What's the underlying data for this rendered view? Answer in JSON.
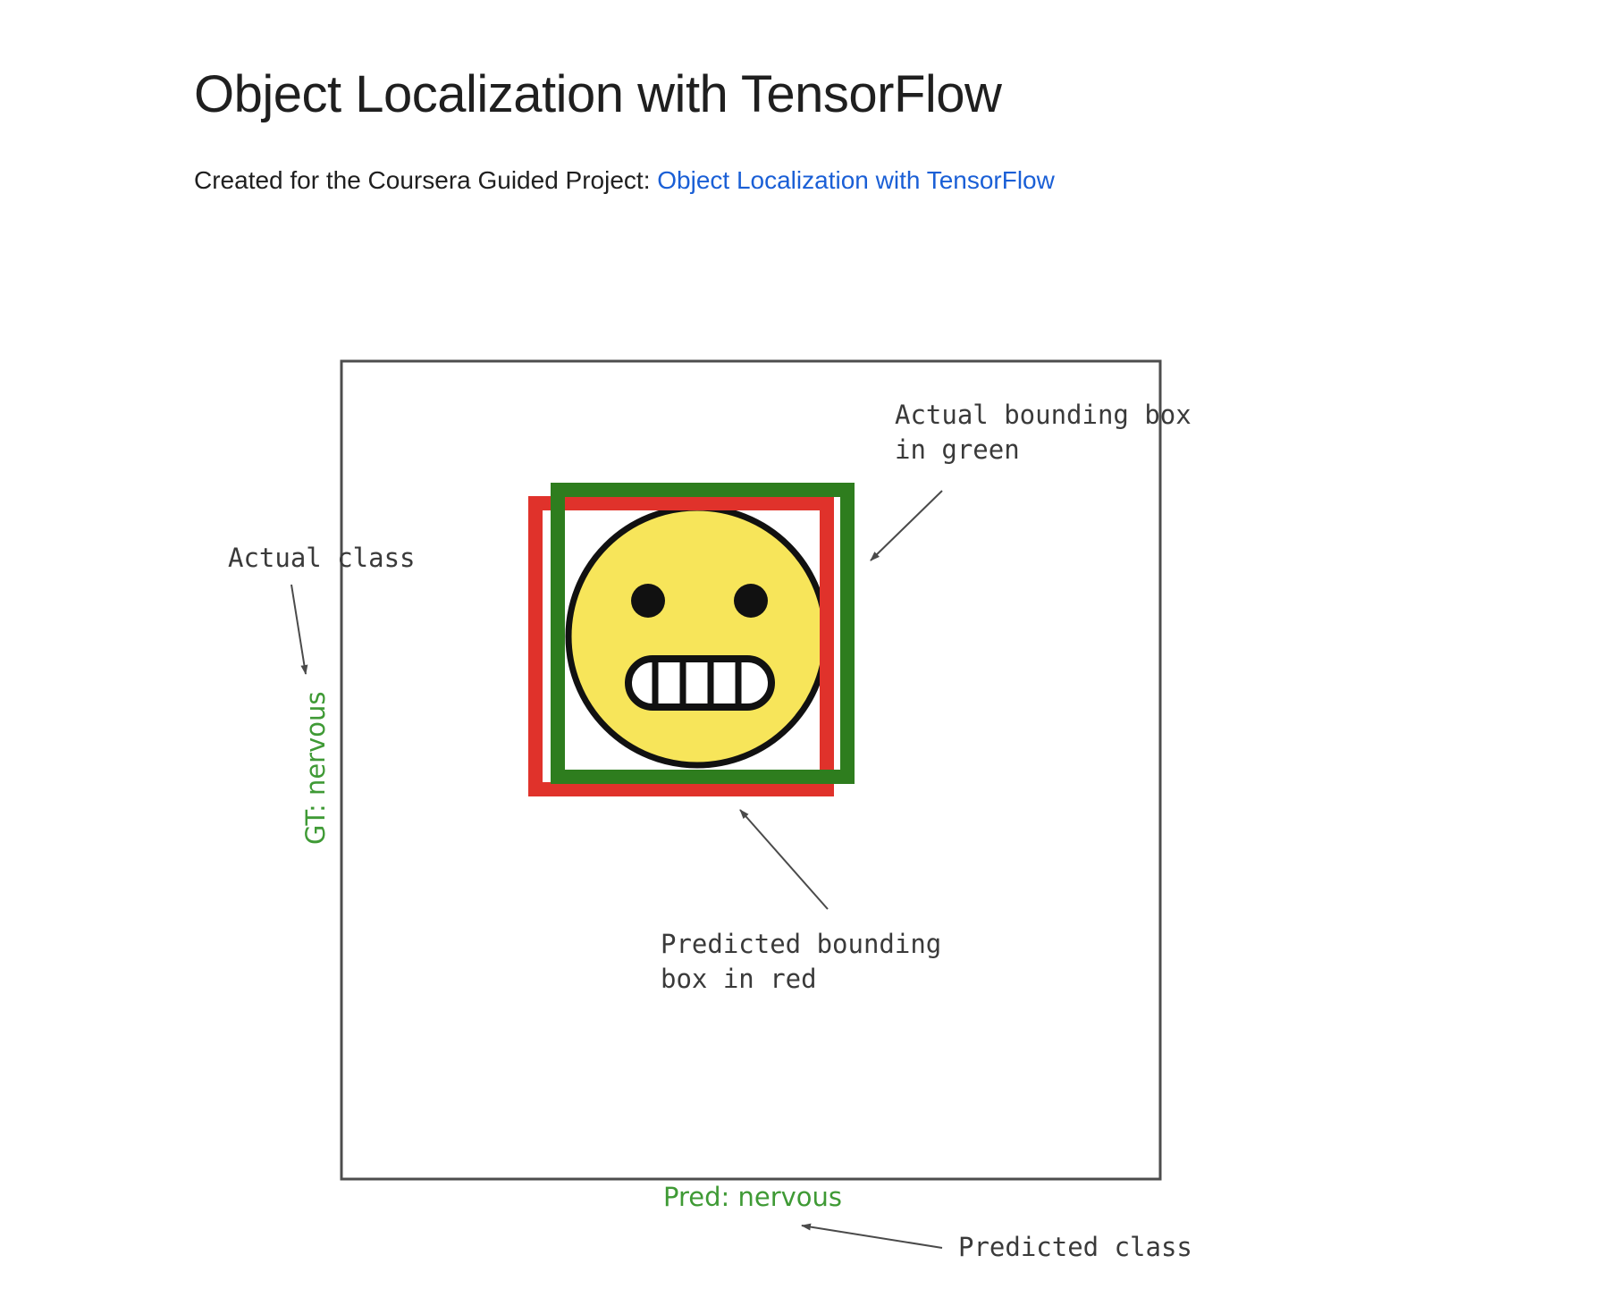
{
  "header": {
    "title": "Object Localization with TensorFlow"
  },
  "intro": {
    "prefix": "Created for the Coursera Guided Project: ",
    "link_text": "Object Localization with TensorFlow"
  },
  "figure": {
    "annotations": {
      "actual_box_line1": "Actual bounding box",
      "actual_box_line2": "in green",
      "actual_class": "Actual class",
      "predicted_box_line1": "Predicted bounding",
      "predicted_box_line2": "box in red",
      "predicted_class": "Predicted class"
    },
    "labels": {
      "gt": "GT: nervous",
      "pred": "Pred: nervous"
    },
    "colors": {
      "actual_box": "#2e7d1e",
      "predicted_box": "#e0322b",
      "label_text": "#3f9a35",
      "emoji_face": "#f7e55a",
      "link": "#1a5fd6"
    },
    "icon": "grimacing-face-emoji"
  }
}
